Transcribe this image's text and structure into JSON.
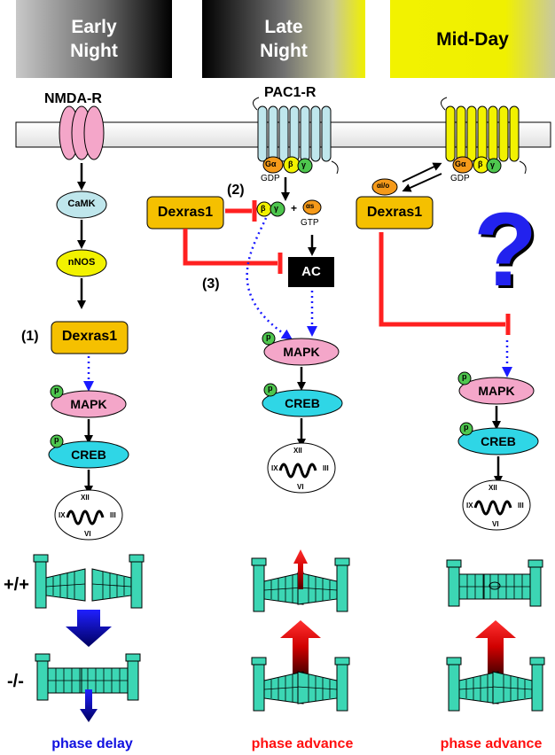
{
  "headers": {
    "early": "Early\nNight",
    "late": "Late\nNight",
    "midday": "Mid-Day"
  },
  "receptors": {
    "nmda": "NMDA-R",
    "pac1": "PAC1-R"
  },
  "col1": {
    "camk": "CaMK",
    "nnos": "nNOS",
    "step": "(1)",
    "dexras": "Dexras1",
    "mapk": "MAPK",
    "creb": "CREB"
  },
  "col2": {
    "dexras": "Dexras1",
    "step2": "(2)",
    "step3": "(3)",
    "gdp": "GDP",
    "gtp": "GTP",
    "plus": "+",
    "ac": "AC",
    "mapk": "MAPK",
    "creb": "CREB"
  },
  "col3": {
    "dexras": "Dexras1",
    "gdp": "GDP",
    "question": "?",
    "mapk": "MAPK",
    "creb": "CREB"
  },
  "proteins": {
    "g_alpha": "Gα",
    "beta": "β",
    "gamma": "γ",
    "alpha_s": "αs",
    "alpha_io": "αi/o",
    "phospho": "p"
  },
  "clock": {
    "xii": "XII",
    "iii": "III",
    "vi": "VI",
    "ix": "IX"
  },
  "genotypes": {
    "wt": "+/+",
    "ko": "-/-"
  },
  "outcomes": {
    "delay": "phase delay",
    "advance1": "phase advance",
    "advance2": "phase advance"
  },
  "colors": {
    "dexras_fill": "#f5c000",
    "mapk_fill": "#f4a6c9",
    "creb_fill": "#2fd6e6",
    "nnos_fill": "#f2f200",
    "camk_fill": "#bfe6ec",
    "inhibit": "#ff2020",
    "blue_arrow": "#1a1aff",
    "gate": "#3cd6b4",
    "delay_text": "#1010e0",
    "advance_text": "#ff1010"
  }
}
